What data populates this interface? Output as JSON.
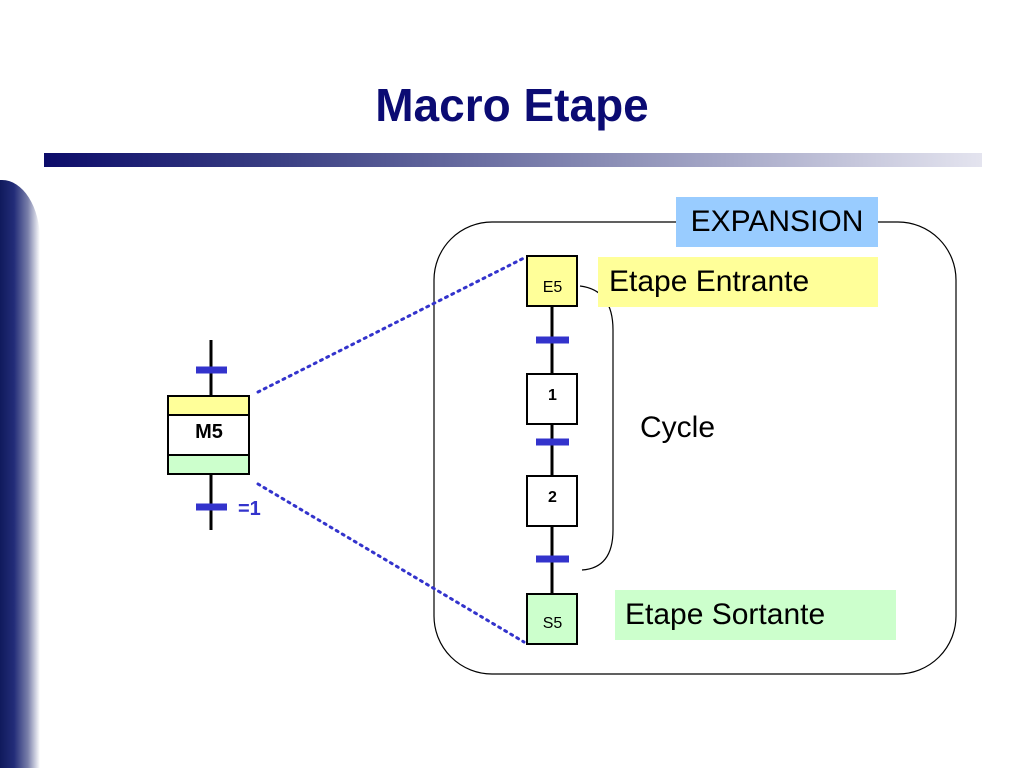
{
  "slide": {
    "title": "Macro Etape"
  },
  "macro_step": {
    "name": "M5",
    "receptivity": "=1"
  },
  "expansion": {
    "label": "EXPANSION",
    "steps": {
      "entry": "E5",
      "step1": "1",
      "step2": "2",
      "exit": "S5"
    },
    "entry_label": "Etape Entrante",
    "exit_label": "Etape Sortante",
    "cycle_label": "Cycle"
  },
  "colors": {
    "title": "#0b0b73",
    "transition": "#3333cc",
    "expansion_fill": "#99ccff",
    "entry_fill": "#ffff99",
    "exit_fill": "#ccffcc",
    "connector_dotted": "#3333cc"
  }
}
